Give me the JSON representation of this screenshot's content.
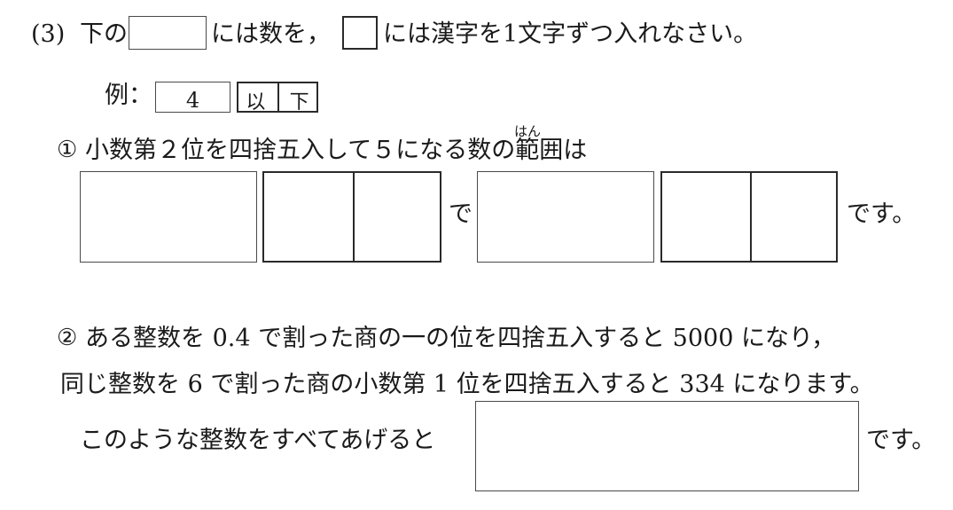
{
  "header": {
    "number": "(3)",
    "seg1": "下の",
    "seg2": "には数を，",
    "seg3": "には漢字を1文字ずつ入れなさい。"
  },
  "example": {
    "label": "例：",
    "number": "4",
    "kanji1": "以",
    "kanji2": "下"
  },
  "q1": {
    "marker": "①",
    "text": "小数第２位を四捨五入して５になる数の範囲は",
    "ruby": "はん",
    "joiner": "で",
    "ending": "です。"
  },
  "q2": {
    "marker": "②",
    "line1": "ある整数を 0.4 で割った商の一の位を四捨五入すると 5000 になり，",
    "line2": "同じ整数を 6 で割った商の小数第 1 位を四捨五入すると 334 になります。",
    "line3": "このような整数をすべてあげると",
    "ending": "です。"
  }
}
